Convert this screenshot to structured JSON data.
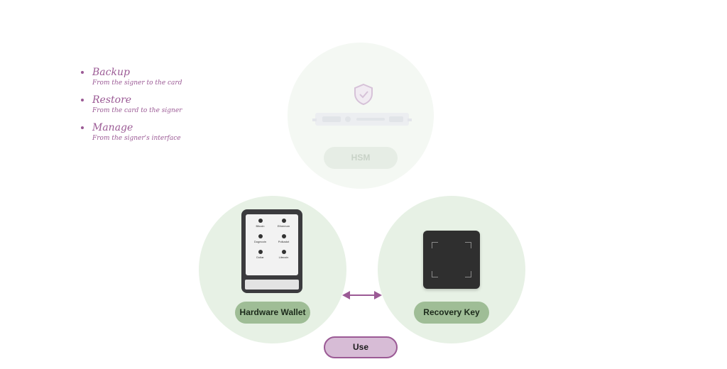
{
  "bullets": [
    {
      "title": "Backup",
      "subtitle": "From the signer to the card"
    },
    {
      "title": "Restore",
      "subtitle": "From the card to the signer"
    },
    {
      "title": "Manage",
      "subtitle": "From the signer's interface"
    }
  ],
  "nodes": {
    "hsm": "HSM",
    "hardware_wallet": "Hardware Wallet",
    "recovery_key": "Recovery Key"
  },
  "use_label": "Use",
  "wallet_screen": {
    "assets": [
      "Bitcoin",
      "Ethereum",
      "Dogecoin",
      "Polkadot",
      "Dollar",
      "Litecoin"
    ]
  },
  "colors": {
    "accent_purple": "#9b5a95",
    "node_green": "#9fbd96",
    "circle_green": "#e7f1e5",
    "use_fill": "#d7bcd6"
  }
}
